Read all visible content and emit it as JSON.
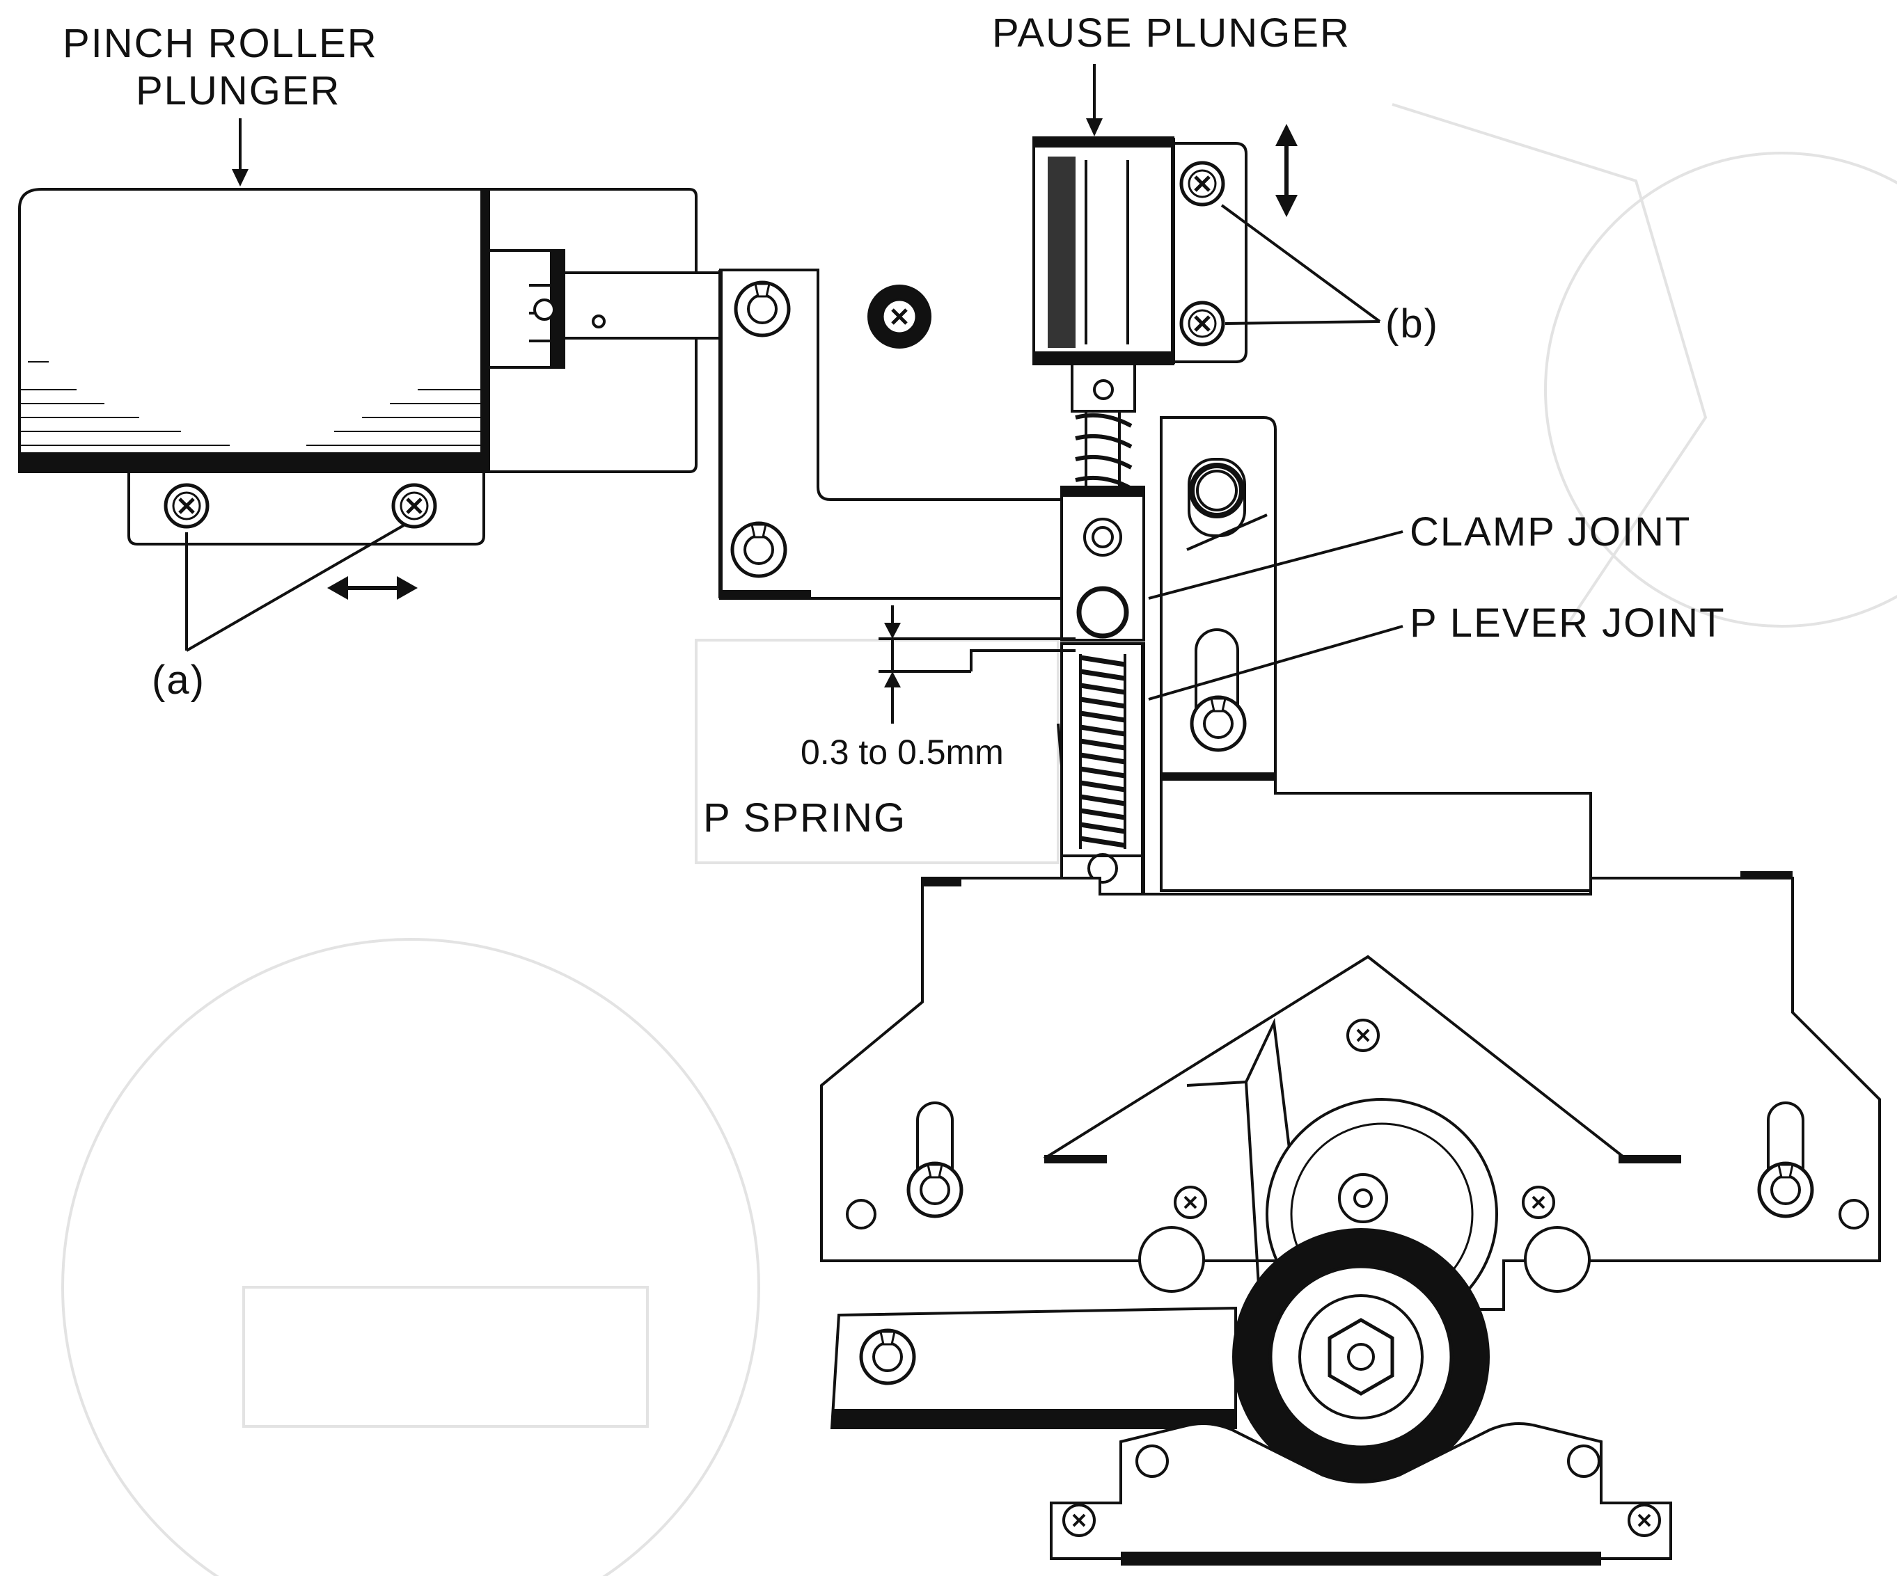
{
  "labels": {
    "pinch_roller_plunger_line1": "PINCH ROLLER",
    "pinch_roller_plunger_line2": "PLUNGER",
    "pause_plunger": "PAUSE PLUNGER",
    "screws_b": "(b)",
    "screws_a": "(a)",
    "clamp_joint": "CLAMP JOINT",
    "p_lever_joint": "P LEVER JOINT",
    "gap_dimension": "0.3 to 0.5mm",
    "p_spring": "P SPRING"
  },
  "icons": {
    "horizontal_adjust_arrow": "double-arrow-horizontal-icon",
    "vertical_adjust_arrow": "double-arrow-vertical-icon",
    "screw": "phillips-screw-icon"
  },
  "colors": {
    "ink": "#111111",
    "background": "#ffffff",
    "ghost": "#e3e3e3"
  }
}
